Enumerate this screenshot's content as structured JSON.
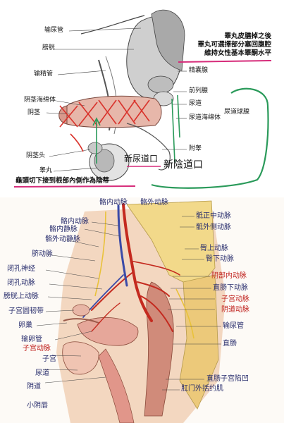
{
  "top_panel": {
    "labels": {
      "vas_deferens": "输尿管",
      "bladder": "膀胱",
      "ejaculatory_duct": "输精管",
      "corpus_cavernosum": "阴茎海绵体",
      "penis": "阴茎",
      "glans": "阴茎头",
      "testis": "睾丸",
      "seminal_vesicle": "精囊腺",
      "prostate": "前列腺",
      "urethra": "尿道",
      "spongiosum": "尿道海绵体",
      "bulbourethral": "尿道球腺",
      "epididymis": "附睾"
    },
    "note_lines": [
      "睪丸皮膳掉之後",
      "睪丸可選擇部分塞回腹腔",
      "維持女性基本睪酮水平"
    ],
    "new_urethral_opening": "新尿道口",
    "new_vaginal_opening": "新陰道口",
    "bottom_note": "龜頭切下接到根部內側作為陰蒂"
  },
  "bottom_panel": {
    "left_labels": [
      {
        "text": "骼内动脉",
        "red": false
      },
      {
        "text": "骼内静脉",
        "red": false
      },
      {
        "text": "骼外动静脉",
        "red": false
      },
      {
        "text": "脐动脉",
        "red": false
      },
      {
        "text": "闭孔神经",
        "red": false
      },
      {
        "text": "闭孔动脉",
        "red": false
      },
      {
        "text": "膀胱上动脉",
        "red": false
      },
      {
        "text": "子宫圆韧带",
        "red": false
      },
      {
        "text": "卵巢",
        "red": false
      },
      {
        "text": "输卵管",
        "red": false
      },
      {
        "text": "子宫动脉",
        "red": true
      },
      {
        "text": "子宫",
        "red": false
      },
      {
        "text": "尿道",
        "red": false
      },
      {
        "text": "阴道",
        "red": false
      },
      {
        "text": "小阴唇",
        "red": false
      }
    ],
    "top_labels": [
      "骼内动脉",
      "骼外动脉"
    ],
    "right_labels": [
      {
        "text": "骶正中动脉",
        "red": false
      },
      {
        "text": "骶外侧动脉",
        "red": false
      },
      {
        "text": "臀上动脉",
        "red": false
      },
      {
        "text": "臀下动脉",
        "red": false
      },
      {
        "text": "阴部内动脉",
        "red": true
      },
      {
        "text": "直肠下动脉",
        "red": false
      },
      {
        "text": "子宫动脉",
        "red": true
      },
      {
        "text": "阴道动脉",
        "red": true
      },
      {
        "text": "输尿管",
        "red": false
      },
      {
        "text": "直肠",
        "red": false
      },
      {
        "text": "直肠子宫陷凹",
        "red": false
      },
      {
        "text": "肛门外括约肌",
        "red": false
      }
    ]
  }
}
